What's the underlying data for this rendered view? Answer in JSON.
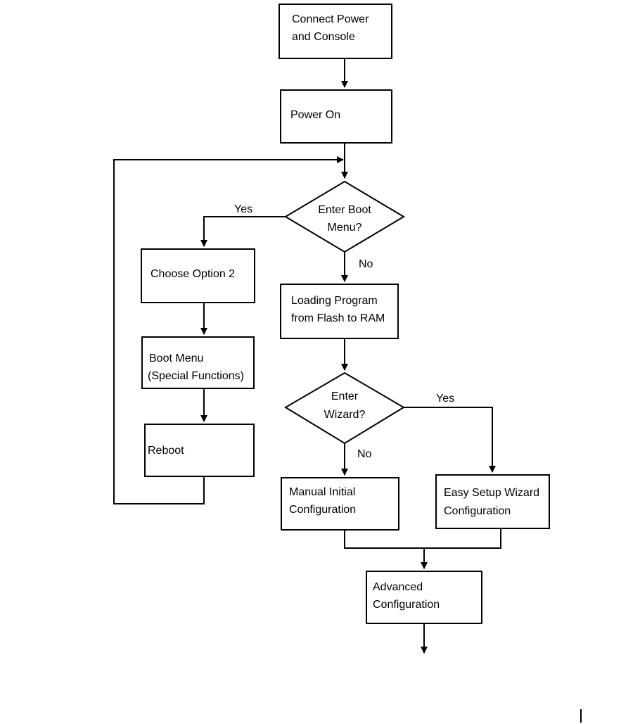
{
  "nodes": {
    "connect_power": [
      "Connect Power",
      "and Console"
    ],
    "power_on": [
      "Power On"
    ],
    "enter_boot_menu": [
      "Enter Boot",
      "Menu?"
    ],
    "choose_option_2": [
      "Choose Option 2"
    ],
    "boot_menu": [
      "Boot Menu",
      "(Special Functions)"
    ],
    "reboot": [
      "Reboot"
    ],
    "loading_program": [
      "Loading Program",
      "from Flash to RAM"
    ],
    "enter_wizard": [
      "Enter",
      "Wizard?"
    ],
    "manual_initial": [
      "Manual Initial",
      "Configuration"
    ],
    "easy_setup": [
      "Easy Setup Wizard",
      "Configuration"
    ],
    "advanced": [
      "Advanced",
      "Configuration"
    ]
  },
  "labels": {
    "boot_yes": "Yes",
    "boot_no": "No",
    "wizard_yes": "Yes",
    "wizard_no": "No"
  }
}
